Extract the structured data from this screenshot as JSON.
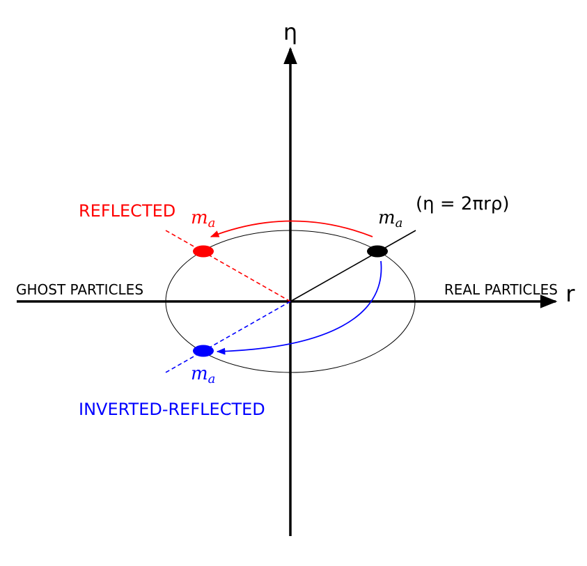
{
  "axes": {
    "x_label": "r",
    "y_label": "η"
  },
  "regions": {
    "left": "GHOST PARTICLES",
    "right": "REAL PARTICLES"
  },
  "equation": "(η = 2πrρ)",
  "particles": {
    "real": {
      "mass_symbol": "m",
      "mass_subscript": "a",
      "color": "#000000"
    },
    "reflected": {
      "label": "REFLECTED",
      "mass_symbol": "m",
      "mass_subscript": "a",
      "color": "#ff0000"
    },
    "inverted_reflected": {
      "label": "INVERTED-REFLECTED",
      "mass_symbol": "m",
      "mass_subscript": "a",
      "color": "#0000ff"
    }
  }
}
